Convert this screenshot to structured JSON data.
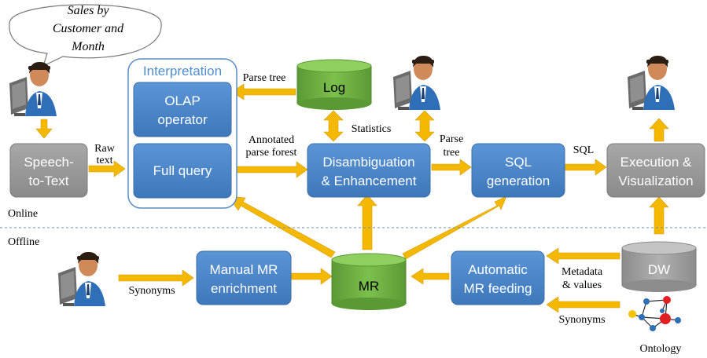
{
  "speech_bubble": {
    "line1": "Sales by",
    "line2": "Customer and",
    "line3": "Month"
  },
  "interpretation_title": "Interpretation",
  "boxes": {
    "olap_l1": "OLAP",
    "olap_l2": "operator",
    "full_query": "Full query",
    "speech_l1": "Speech-",
    "speech_l2": "to-Text",
    "log": "Log",
    "disamb_l1": "Disambiguation",
    "disamb_l2": "& Enhancement",
    "sql_l1": "SQL",
    "sql_l2": "generation",
    "exec_l1": "Execution &",
    "exec_l2": "Visualization",
    "manual_l1": "Manual MR",
    "manual_l2": "enrichment",
    "mr": "MR",
    "auto_l1": "Automatic",
    "auto_l2": "MR feeding",
    "dw": "DW"
  },
  "arrow_labels": {
    "raw_l1": "Raw",
    "raw_l2": "text",
    "parse_tree_log": "Parse tree",
    "annotated_l1": "Annotated",
    "annotated_l2": "parse forest",
    "statistics": "Statistics",
    "parse_tree_l1": "Parse",
    "parse_tree_l2": "tree",
    "sql": "SQL",
    "synonyms_manual": "Synonyms",
    "metadata_l1": "Metadata",
    "metadata_l2": "& values",
    "synonyms_onto": "Synonyms"
  },
  "sections": {
    "online": "Online",
    "offline": "Offline"
  },
  "ontology": "Ontology",
  "colors": {
    "blue_box": "#4a86c8",
    "gray_box": "#9a9a9a",
    "green_db": "#6fb043",
    "arrow": "#f5b800",
    "interp_border": "#5a8fc4",
    "interp_title": "#4f8fd0"
  }
}
